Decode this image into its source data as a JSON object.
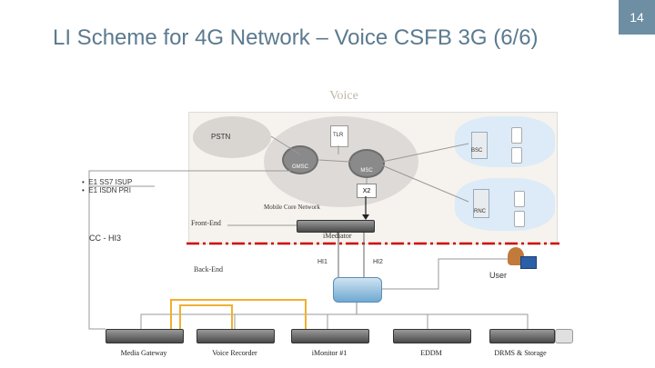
{
  "slide": {
    "title": "LI Scheme for 4G Network – Voice CSFB 3G (6/6)",
    "page_number": "14",
    "section_label": "Voice"
  },
  "network": {
    "pstn": "PSTN",
    "tlr": "TLR",
    "gmsc": "GMSC",
    "msc": "MSC",
    "bsc": "BSC",
    "rnc": "RNC",
    "x2": "X2",
    "core_label": "Mobile Core Network"
  },
  "interfaces": {
    "bullets": [
      "E1 SS7 ISUP",
      "E1 ISDN PRI"
    ],
    "cc_label": "CC - HI3",
    "front_end": "Front-End",
    "back_end": "Back-End",
    "imediator": "iMediator",
    "hi1": "HI1",
    "hi2": "HI2",
    "user": "User"
  },
  "servers": [
    {
      "label": "Media Gateway"
    },
    {
      "label": "Voice Recorder"
    },
    {
      "label": "iMonitor #1"
    },
    {
      "label": "EDDM"
    },
    {
      "label": "DRMS & Storage"
    }
  ],
  "colors": {
    "title": "#5b7a8f",
    "divider": "#cc0000",
    "link_orange": "#f0b030",
    "link_gray": "#888888",
    "page_badge": "#6e8ea3"
  }
}
